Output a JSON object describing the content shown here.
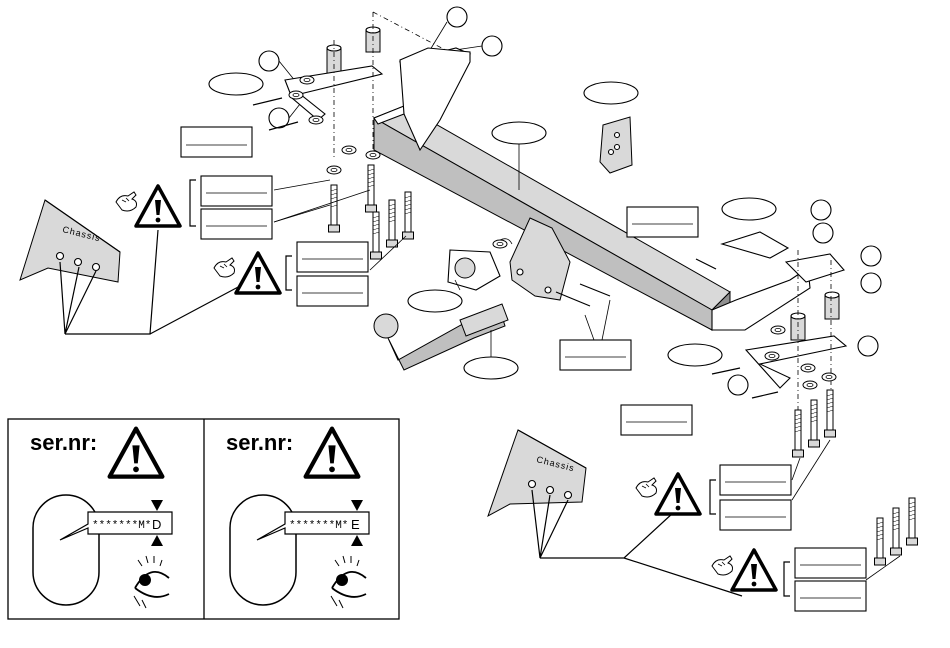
{
  "chassis_label": "Chassis",
  "panels": [
    {
      "id": "left",
      "title": "ser.nr:",
      "code": "*******M*",
      "variant": "D"
    },
    {
      "id": "right",
      "title": "ser.nr:",
      "code": "*******M*",
      "variant": "E"
    }
  ],
  "colors": {
    "line": "#000000",
    "fill_light": "#d9d9d9",
    "fill_mid": "#bfbfbf",
    "fill_dark": "#8f8f8f"
  },
  "icons": [
    "warning-triangle-icon",
    "eye-icon",
    "glove-hand-icon",
    "torque-wrench-icon"
  ]
}
